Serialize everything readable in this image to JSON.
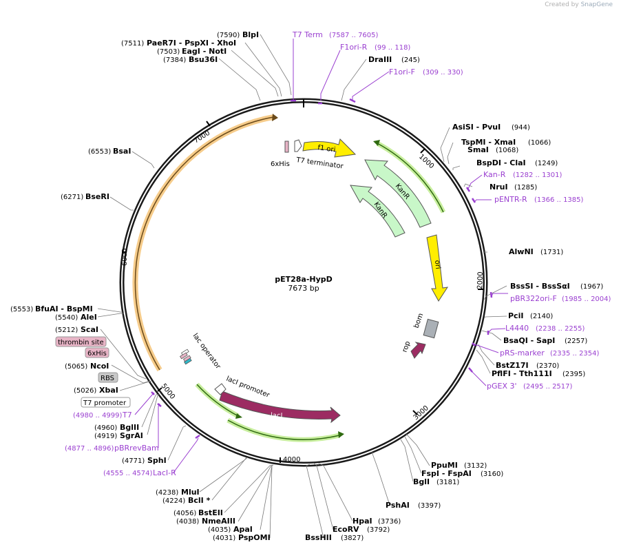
{
  "branding": {
    "prefix": "Created by",
    "name": "SnapGene"
  },
  "plasmid": {
    "name": "pET28a-HypD",
    "length_label": "7673 bp",
    "length": 7673
  },
  "ticks": [
    "1000",
    "2000",
    "3000",
    "4000",
    "5000",
    "6000",
    "7000"
  ],
  "enzymes": [
    {
      "text": "AsiSI  - PvuI",
      "pos": "(944)"
    },
    {
      "text": "TspMI  - XmaI",
      "pos": "(1066)"
    },
    {
      "text": "SmaI",
      "pos": "(1068)"
    },
    {
      "text": "BspDI  - ClaI",
      "pos": "(1249)"
    },
    {
      "text": "NruI",
      "pos": "(1285)"
    },
    {
      "text": "AlwNI",
      "pos": "(1731)"
    },
    {
      "text": "BssSI  - BssSαI",
      "pos": "(1967)"
    },
    {
      "text": "PciI",
      "pos": "(2140)"
    },
    {
      "text": "BsaQI  - SapI",
      "pos": "(2257)"
    },
    {
      "text": "BstZ17I",
      "pos": "(2370)"
    },
    {
      "text": "PflFI  - Tth111I",
      "pos": "(2395)"
    },
    {
      "text": "PpuMI",
      "pos": "(3132)"
    },
    {
      "text": "FspI  - FspAI",
      "pos": "(3160)"
    },
    {
      "text": "BglI",
      "pos": "(3181)"
    },
    {
      "text": "PshAI",
      "pos": "(3397)"
    },
    {
      "text": "HpaI",
      "pos": "(3736)"
    },
    {
      "text": "EcoRV",
      "pos": "(3792)"
    },
    {
      "text": "BssHII",
      "pos": "(3827)"
    },
    {
      "text": "PspOMI",
      "pos": "(4031)"
    },
    {
      "text": "ApaI",
      "pos": "(4035)"
    },
    {
      "text": "NmeAIII",
      "pos": "(4038)"
    },
    {
      "text": "BstEII",
      "pos": "(4056)"
    },
    {
      "text": "BclI *",
      "pos": "(4224)"
    },
    {
      "text": "MluI",
      "pos": "(4238)"
    },
    {
      "text": "SphI",
      "pos": "(4771)"
    },
    {
      "text": "SgrAI",
      "pos": "(4919)"
    },
    {
      "text": "BglII",
      "pos": "(4960)"
    },
    {
      "text": "XbaI",
      "pos": "(5026)"
    },
    {
      "text": "NcoI",
      "pos": "(5065)"
    },
    {
      "text": "ScaI",
      "pos": "(5212)"
    },
    {
      "text": "AleI",
      "pos": "(5540)"
    },
    {
      "text": "BfuAI  - BspMI",
      "pos": "(5553)"
    },
    {
      "text": "BseRI",
      "pos": "(6271)"
    },
    {
      "text": "BsaI",
      "pos": "(6553)"
    },
    {
      "text": "Bsu36I",
      "pos": "(7384)"
    },
    {
      "text": "EagI  - NotI",
      "pos": "(7503)"
    },
    {
      "text": "PaeR7I  - PspXI  - XhoI",
      "pos": "(7511)"
    },
    {
      "text": "BlpI",
      "pos": "(7590)"
    },
    {
      "text": "DraIII",
      "pos": "(245)"
    }
  ],
  "primers": [
    {
      "name": "T7 Term",
      "range": "(7587 .. 7605)"
    },
    {
      "name": "F1ori-R",
      "range": "(99 .. 118)"
    },
    {
      "name": "F1ori-F",
      "range": "(309 .. 330)"
    },
    {
      "name": "Kan-R",
      "range": "(1282 .. 1301)"
    },
    {
      "name": "pENTR-R",
      "range": "(1366 .. 1385)"
    },
    {
      "name": "pBR322ori-F",
      "range": "(1985 .. 2004)"
    },
    {
      "name": "L4440",
      "range": "(2238 .. 2255)"
    },
    {
      "name": "pRS-marker",
      "range": "(2335 .. 2354)"
    },
    {
      "name": "pGEX 3'",
      "range": "(2495 .. 2517)"
    },
    {
      "name": "LacI-R",
      "range": "(4555 .. 4574)"
    },
    {
      "name": "pBRrevBam",
      "range": "(4877 .. 4896)"
    },
    {
      "name": "T7",
      "range": "(4980 .. 4999)"
    }
  ],
  "features": {
    "f1_ori": "f1 ori",
    "kanR_1": "KanR",
    "kanR_2": "KanR",
    "ori": "ori",
    "bom": "bom",
    "rop": "rop",
    "lacI": "lacI",
    "lacI_promoter": "lacI promoter",
    "lac_operator": "lac operator",
    "his6": "6xHis",
    "t7_terminator": "T7 terminator"
  },
  "boxed_labels": [
    {
      "text": "thrombin site",
      "fill": "#e8b4c6"
    },
    {
      "text": "6xHis",
      "fill": "#e8b4c6"
    },
    {
      "text": "RBS",
      "fill": "#c8c8c8"
    },
    {
      "text": "T7 promoter",
      "fill": "#ffffff"
    }
  ],
  "colors": {
    "primer": "#9a3fd0",
    "lacI": "#9c2c62",
    "ori": "#ffee00",
    "kanR": "#c8f7c8",
    "insert_orf": "#f5c77e",
    "orf_green": "#6cc23a"
  }
}
